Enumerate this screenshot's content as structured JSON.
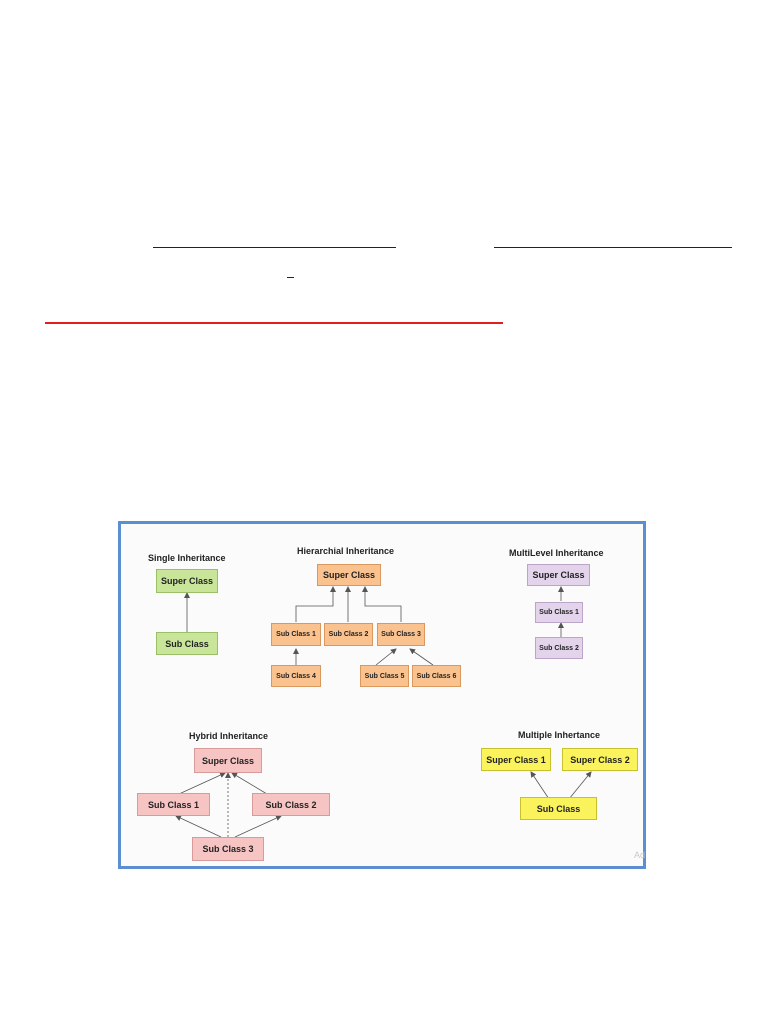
{
  "panels": {
    "single": {
      "title": "Single Inheritance",
      "super": "Super Class",
      "sub": "Sub Class"
    },
    "hierarchical": {
      "title": "Hierarchial Inheritance",
      "super": "Super Class",
      "sub1": "Sub Class 1",
      "sub2": "Sub Class 2",
      "sub3": "Sub Class 3",
      "sub4": "Sub Class 4",
      "sub5": "Sub Class 5",
      "sub6": "Sub Class 6"
    },
    "multilevel": {
      "title": "MultiLevel Inheritance",
      "super": "Super Class",
      "sub1": "Sub Class 1",
      "sub2": "Sub Class 2"
    },
    "hybrid": {
      "title": "Hybrid Inheritance",
      "super": "Super Class",
      "sub1": "Sub Class 1",
      "sub2": "Sub Class 2",
      "sub3": "Sub Class 3"
    },
    "multiple": {
      "title": "Multiple Inhertance",
      "super1": "Super Class 1",
      "super2": "Super Class 2",
      "sub": "Sub Class"
    }
  },
  "watermark": "Ad",
  "colors": {
    "frame_border": "#5b8fd0",
    "red_rule": "#e02020",
    "single": "#c9e59a",
    "hierarchical": "#f9c28f",
    "multilevel": "#e3d4ec",
    "hybrid": "#f7c4c4",
    "multiple": "#fbf35c"
  }
}
